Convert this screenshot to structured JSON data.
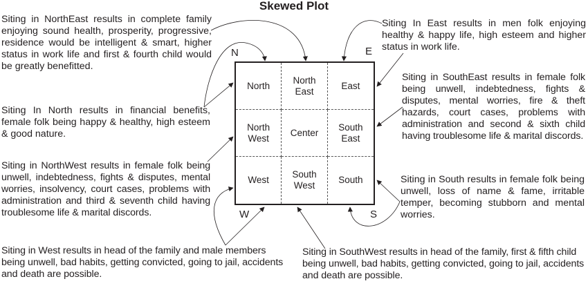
{
  "title": "Skewed Plot",
  "directions": {
    "n": "N",
    "e": "E",
    "s": "S",
    "w": "W"
  },
  "grid": [
    "North",
    "North\nEast",
    "East",
    "North\nWest",
    "Center",
    "South\nEast",
    "West",
    "South\nWest",
    "South"
  ],
  "notes": {
    "northeast": "Siting in NorthEast results in complete family enjoying sound health, prosperity, progressive, residence would be intelligent & smart, higher status in work life and first & fourth child would be greatly benefitted.",
    "east": "Siting In East results in men folk enjoying healthy & happy life, high esteem and higher status in work life.",
    "north": "Siting In North results in financial benefits, female folk being happy & healthy, high esteem & good nature.",
    "southeast": "Siting in SouthEast results in female folk being unwell, indebtedness, fights & disputes, mental worries, fire & theft hazards, court cases, problems with administration and second & sixth child having troublesome life & marital discords.",
    "northwest": "Siting in NorthWest results in female folk being unwell, indebtedness, fights & disputes, mental worries, insolvency, court cases, problems with administration and third & seventh child having troublesome life & marital discords.",
    "south": "Siting in South results in female folk being unwell, loss of name & fame, irritable temper, becoming stubborn and mental worries.",
    "west": "Siting in West results in head of the family and male members being unwell, bad habits, getting convicted, going to jail, accidents and death are possible.",
    "southwest": "Siting in SouthWest results in head of the family, first & fifth child being unwell, bad habits, getting convicted, going to jail, accidents and death are possible."
  }
}
